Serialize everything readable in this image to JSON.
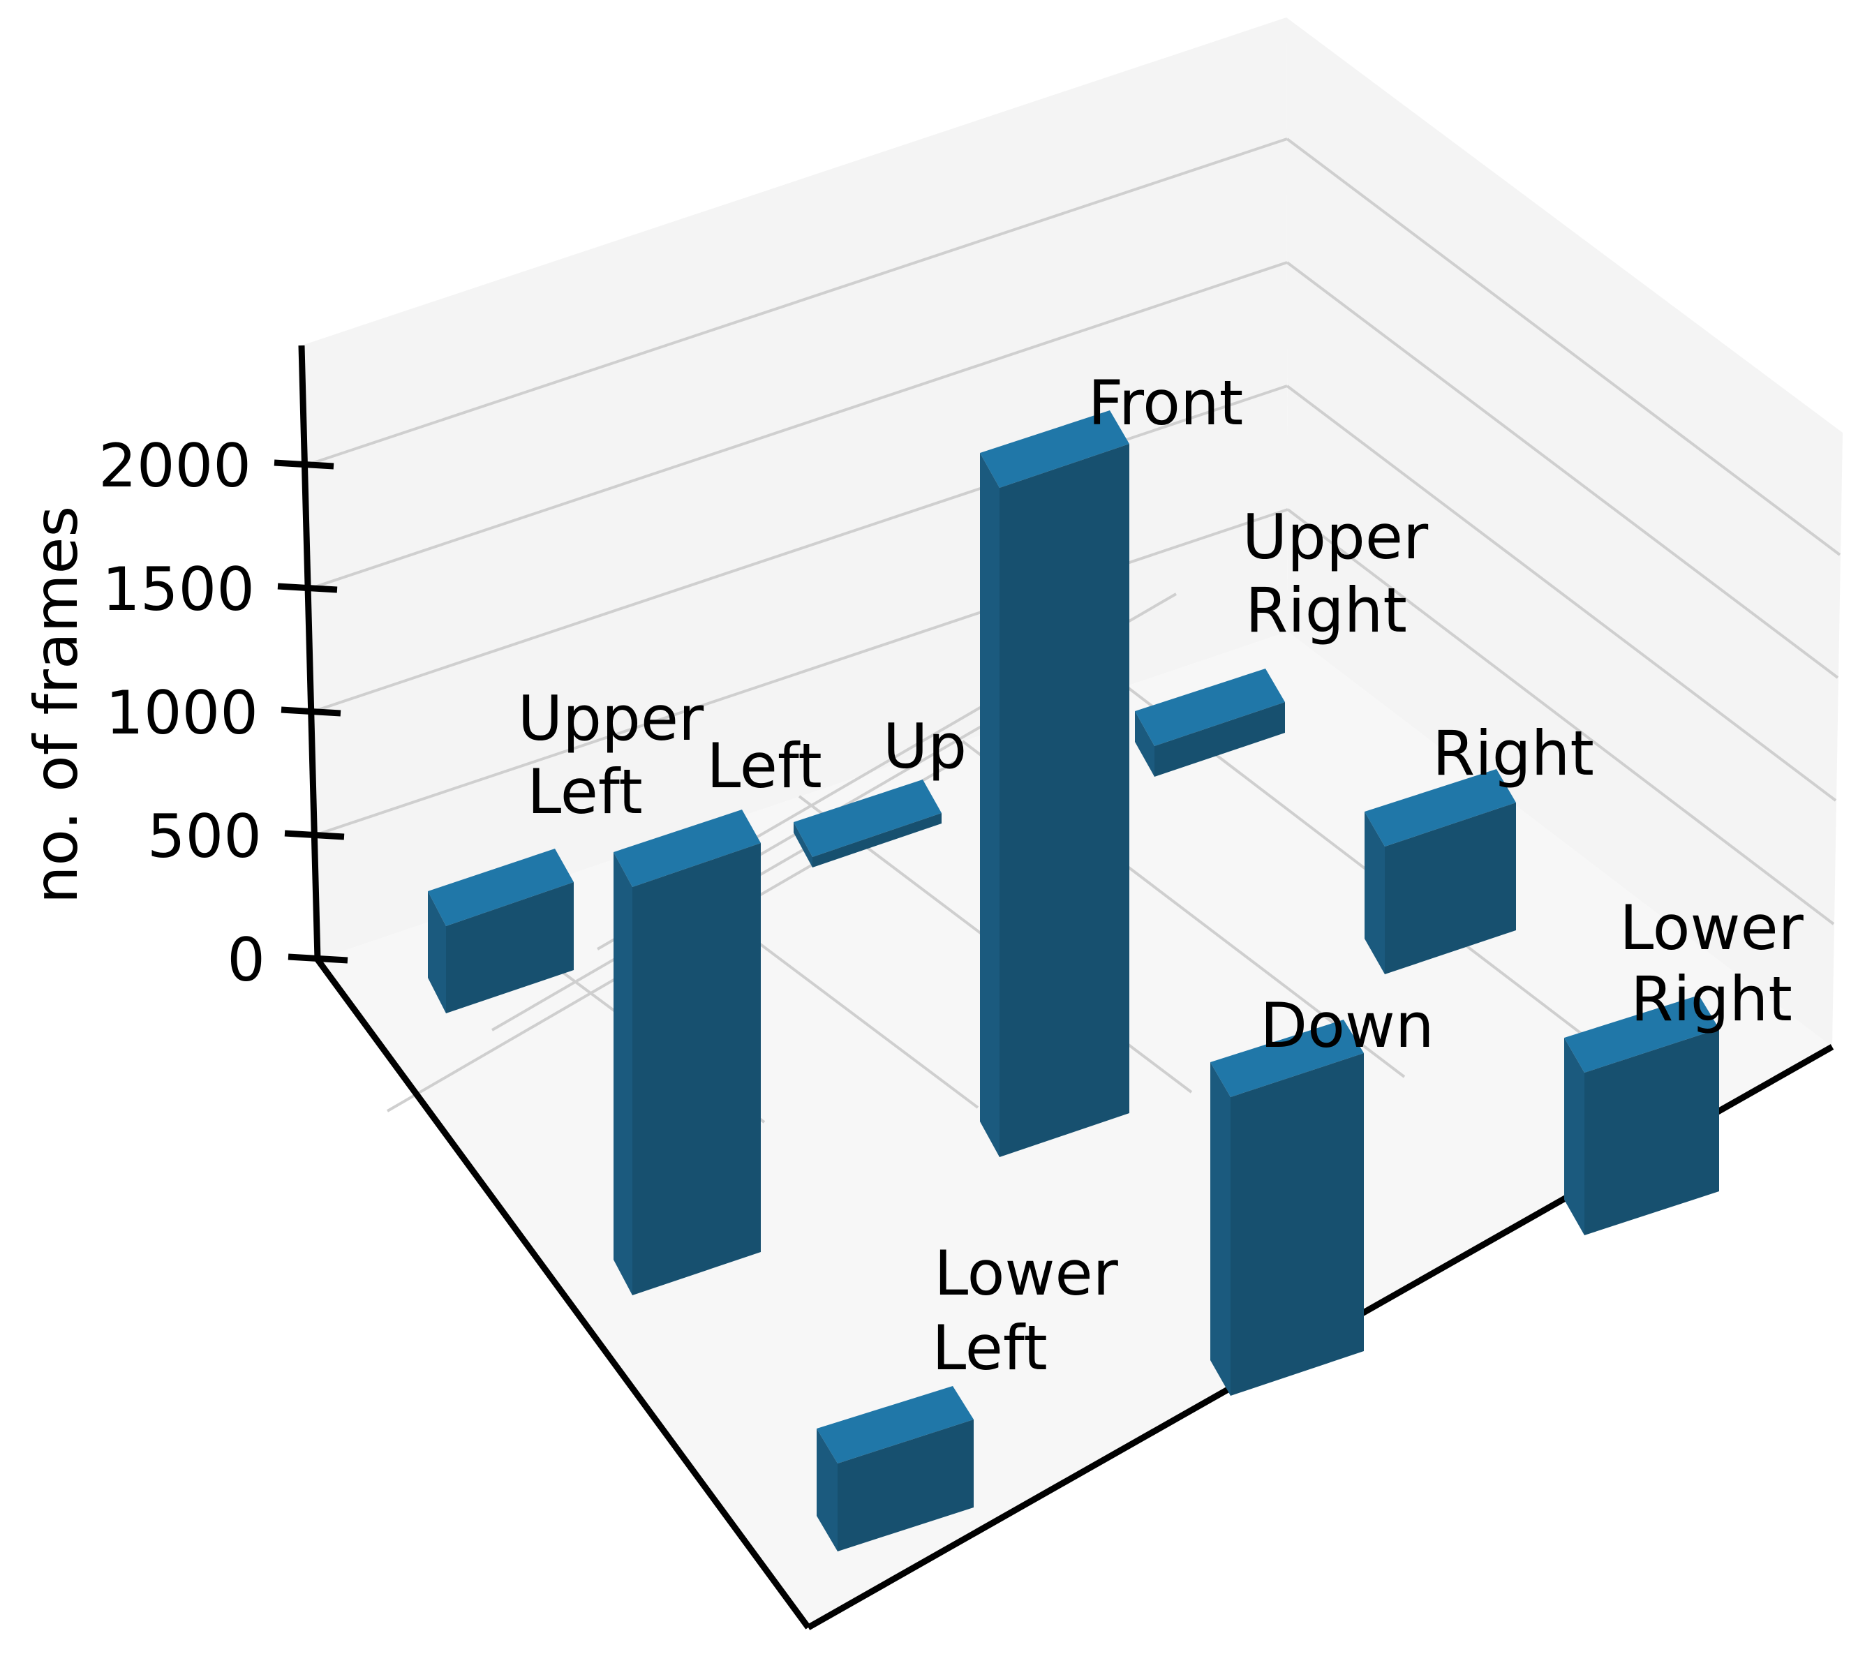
{
  "chart_data": {
    "type": "bar",
    "projection": "3d",
    "title": "",
    "xlabel": "",
    "ylabel": "",
    "zlabel": "no. of frames",
    "categories": [
      "Upper Left",
      "Left",
      "Up",
      "Front",
      "Upper Right",
      "Right",
      "Down",
      "Lower Right",
      "Lower Left"
    ],
    "values": [
      330,
      1050,
      40,
      2150,
      120,
      450,
      680,
      400,
      220
    ],
    "zlim": [
      0,
      2200
    ],
    "ztick_labels": [
      "2000",
      "1500",
      "1000",
      "500",
      "0"
    ],
    "ztick_values": [
      2000,
      1500,
      1000,
      500,
      0
    ],
    "grid": true,
    "legend": "none",
    "bar_color_top": "#2077a8",
    "bar_color_front": "#1b5a7e",
    "bar_color_side": "#17506f",
    "panel_color": "#f4f4f4",
    "grid_color": "#cfcfcf",
    "axis_color": "#000000"
  },
  "axis": {
    "z_title": "no. of frames",
    "ticks": [
      {
        "label": "2000"
      },
      {
        "label": "1500"
      },
      {
        "label": "1000"
      },
      {
        "label": "500"
      },
      {
        "label": "0"
      }
    ]
  },
  "bars": [
    {
      "name": "upper-left",
      "label": "Upper Left",
      "label_lines": [
        "Upper",
        "Left"
      ],
      "value": 330
    },
    {
      "name": "left",
      "label": "Left",
      "label_lines": [
        "Left"
      ],
      "value": 1050
    },
    {
      "name": "up",
      "label": "Up",
      "label_lines": [
        "Up"
      ],
      "value": 40
    },
    {
      "name": "front",
      "label": "Front",
      "label_lines": [
        "Front"
      ],
      "value": 2150
    },
    {
      "name": "upper-right",
      "label": "Upper Right",
      "label_lines": [
        "Upper",
        "Right"
      ],
      "value": 120
    },
    {
      "name": "right",
      "label": "Right",
      "label_lines": [
        "Right"
      ],
      "value": 450
    },
    {
      "name": "down",
      "label": "Down",
      "label_lines": [
        "Down"
      ],
      "value": 680
    },
    {
      "name": "lower-right",
      "label": "Lower Right",
      "label_lines": [
        "Lower",
        "Right"
      ],
      "value": 400
    },
    {
      "name": "lower-left",
      "label": "Lower Left",
      "label_lines": [
        "Lower",
        "Left"
      ],
      "value": 220
    }
  ]
}
